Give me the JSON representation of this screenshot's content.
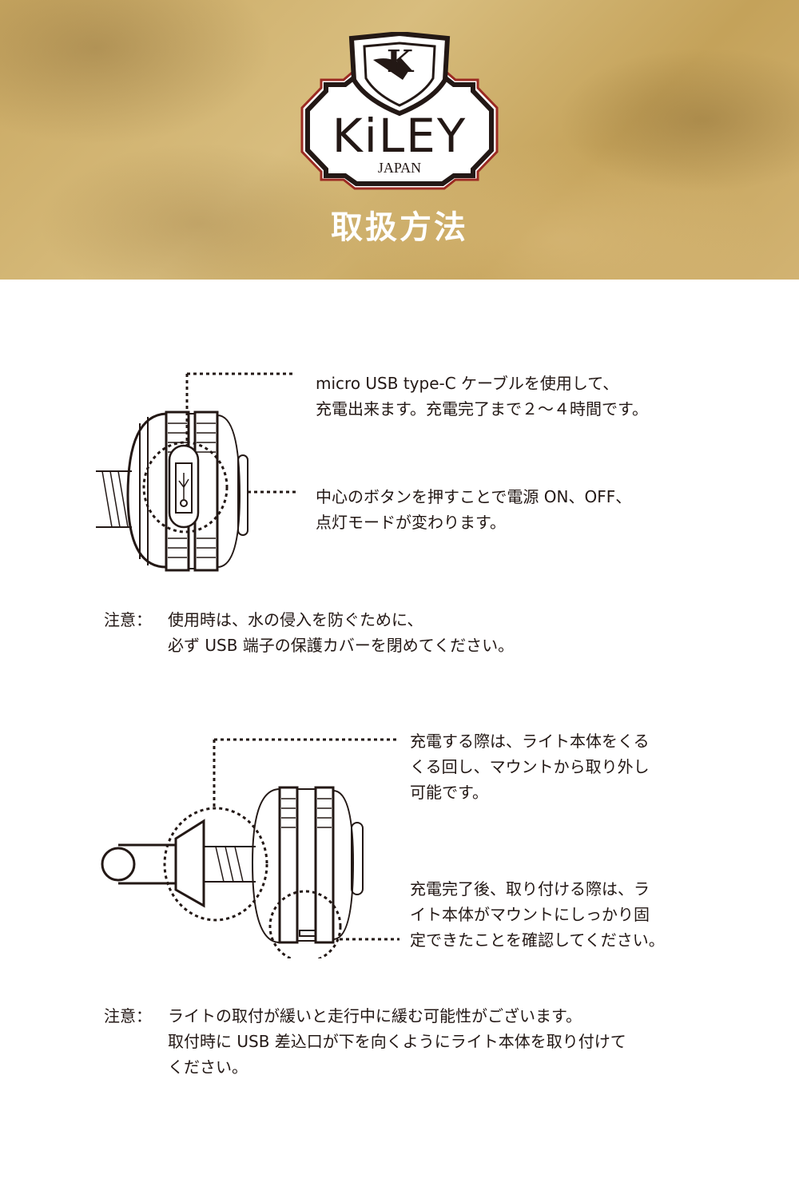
{
  "header": {
    "brand": "KiLEY",
    "brand_sub": "JAPAN",
    "emblem_letter": "K",
    "title": "取扱方法"
  },
  "section1": {
    "callout_charge": [
      "micro USB type-C ケーブルを使用して、",
      "充電出来ます。充電完了まで２～４時間です。"
    ],
    "callout_button": [
      "中心のボタンを押すことで電源 ON、OFF、",
      "点灯モードが変わります。"
    ],
    "note_label": "注意：",
    "note": [
      "使用時は、水の侵入を防ぐために、",
      "必ず USB 端子の保護カバーを閉めてください。"
    ]
  },
  "section2": {
    "callout_remove": [
      "充電する際は、ライト本体をくる",
      "くる回し、マウントから取り外し",
      "可能です。"
    ],
    "callout_attach": [
      "充電完了後、取り付ける際は、ラ",
      "イト本体がマウントにしっかり固",
      "定できたことを確認してください。"
    ],
    "note_label": "注意：",
    "note": [
      "ライトの取付が緩いと走行中に緩む可能性がございます。",
      "取付時に USB 差込口が下を向くようにライト本体を取り付けて",
      "ください。"
    ]
  }
}
